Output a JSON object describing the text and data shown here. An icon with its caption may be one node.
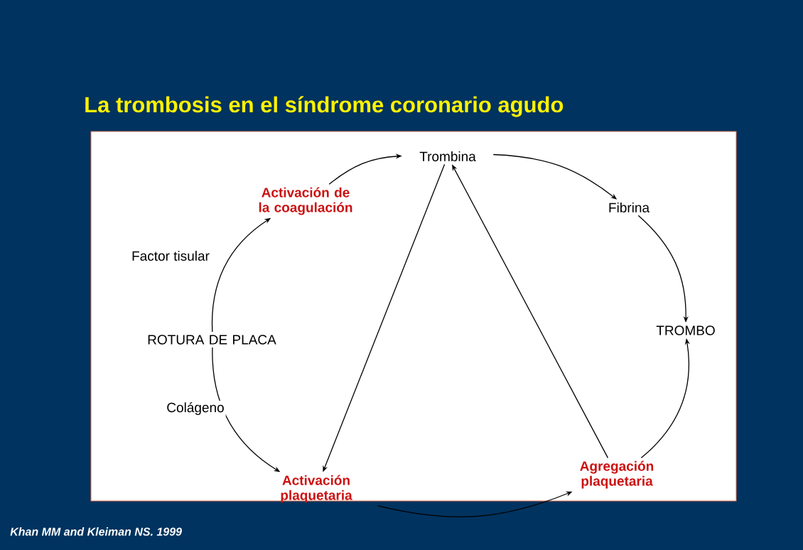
{
  "diagram": {
    "title": "La trombosis en el síndrome coronario agudo",
    "caption": "Khan MM and Kleiman NS. 1999",
    "nodes": [
      {
        "text": [
          "ROTURA DE PLACA"
        ]
      },
      {
        "text": [
          "Activación de la coagulación"
        ]
      },
      {
        "text": [
          "Trombina"
        ]
      },
      {
        "text": [
          "Fibrina"
        ]
      },
      {
        "text": [
          "TROMBO"
        ]
      },
      {
        "text": [
          "Agregación plaquetaria"
        ]
      },
      {
        "text": [
          "Activación plaquetaria"
        ]
      }
    ],
    "edges": [
      {
        "from": 0,
        "to": 1,
        "arrow": "to",
        "label": "Factor tisular"
      },
      {
        "from": 1,
        "to": 2,
        "arrow": "to"
      },
      {
        "from": 2,
        "to": 3,
        "arrow": "to"
      },
      {
        "from": 3,
        "to": 4,
        "arrow": "to"
      },
      {
        "from": 2,
        "to": 6,
        "arrow": "to"
      },
      {
        "from": 6,
        "to": 5,
        "arrow": "to"
      },
      {
        "from": 5,
        "to": 4,
        "arrow": "to"
      },
      {
        "from": 5,
        "to": 2,
        "arrow": "to"
      },
      {
        "from": 0,
        "to": 6,
        "arrow": "to",
        "label": "Colágeno"
      }
    ]
  }
}
